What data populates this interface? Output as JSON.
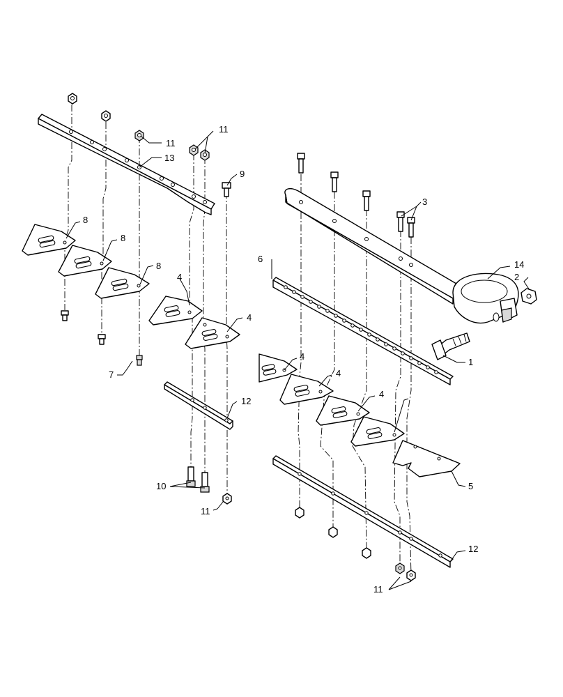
{
  "callouts": {
    "c1": "1",
    "c2": "2",
    "c3": "3",
    "c4a": "4",
    "c4b": "4",
    "c4c": "4",
    "c4d": "4",
    "c4e": "4",
    "c5": "5",
    "c6": "6",
    "c7": "7",
    "c8a": "8",
    "c8b": "8",
    "c8c": "8",
    "c9": "9",
    "c10": "10",
    "c11a": "11",
    "c11b": "11",
    "c11c": "11",
    "c11d": "11",
    "c12a": "12",
    "c12b": "12",
    "c13": "13",
    "c14": "14"
  }
}
